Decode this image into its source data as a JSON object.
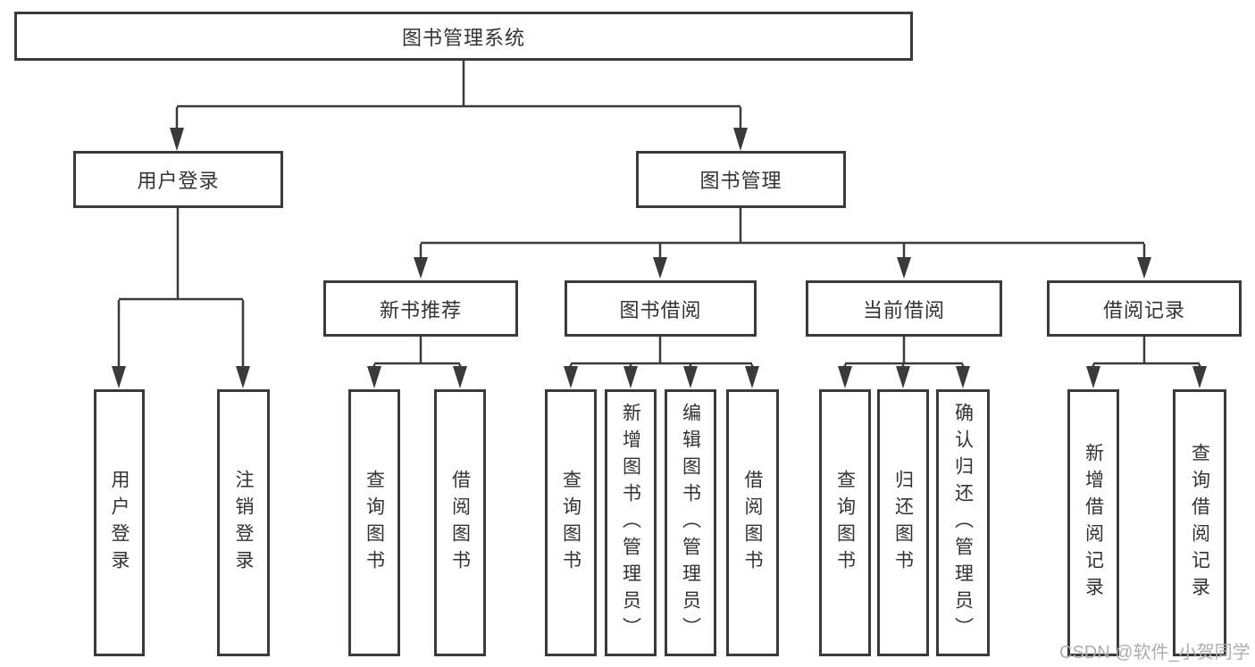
{
  "diagram": {
    "type": "tree",
    "root": {
      "label": "图书管理系统"
    },
    "branches": [
      {
        "label": "用户登录",
        "children": [
          {
            "label": "用户登录"
          },
          {
            "label": "注销登录"
          }
        ]
      },
      {
        "label": "图书管理",
        "children": [
          {
            "label": "新书推荐",
            "children": [
              {
                "label": "查询图书"
              },
              {
                "label": "借阅图书"
              }
            ]
          },
          {
            "label": "图书借阅",
            "children": [
              {
                "label": "查询图书"
              },
              {
                "label": "新增图书（管理员）"
              },
              {
                "label": "编辑图书（管理员）"
              },
              {
                "label": "借阅图书"
              }
            ]
          },
          {
            "label": "当前借阅",
            "children": [
              {
                "label": "查询图书"
              },
              {
                "label": "归还图书"
              },
              {
                "label": "确认归还（管理员）"
              }
            ]
          },
          {
            "label": "借阅记录",
            "children": [
              {
                "label": "新增借阅记录"
              },
              {
                "label": "查询借阅记录"
              }
            ]
          }
        ]
      }
    ]
  },
  "watermark": {
    "text": "CSDN @软件_小贺同学"
  },
  "colors": {
    "line": "#3a3a3a",
    "text": "#333333",
    "background": "#ffffff",
    "watermark": "#aeaeae"
  }
}
